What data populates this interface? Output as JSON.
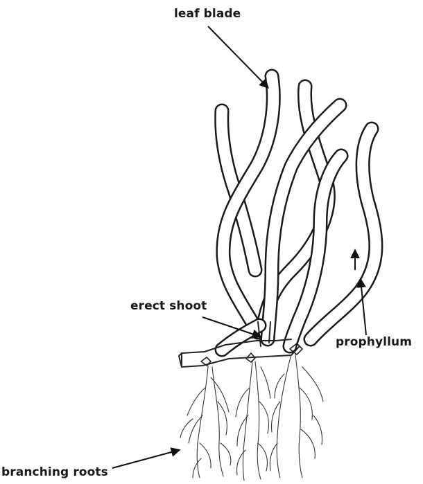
{
  "labels": {
    "leaf_blade": "leaf blade",
    "erect_shoot": "erect shoot",
    "prophyllum": "prophyllum",
    "branching_roots": "branching roots"
  },
  "colors": {
    "line": "#1a1a1a",
    "background": "#ffffff"
  }
}
